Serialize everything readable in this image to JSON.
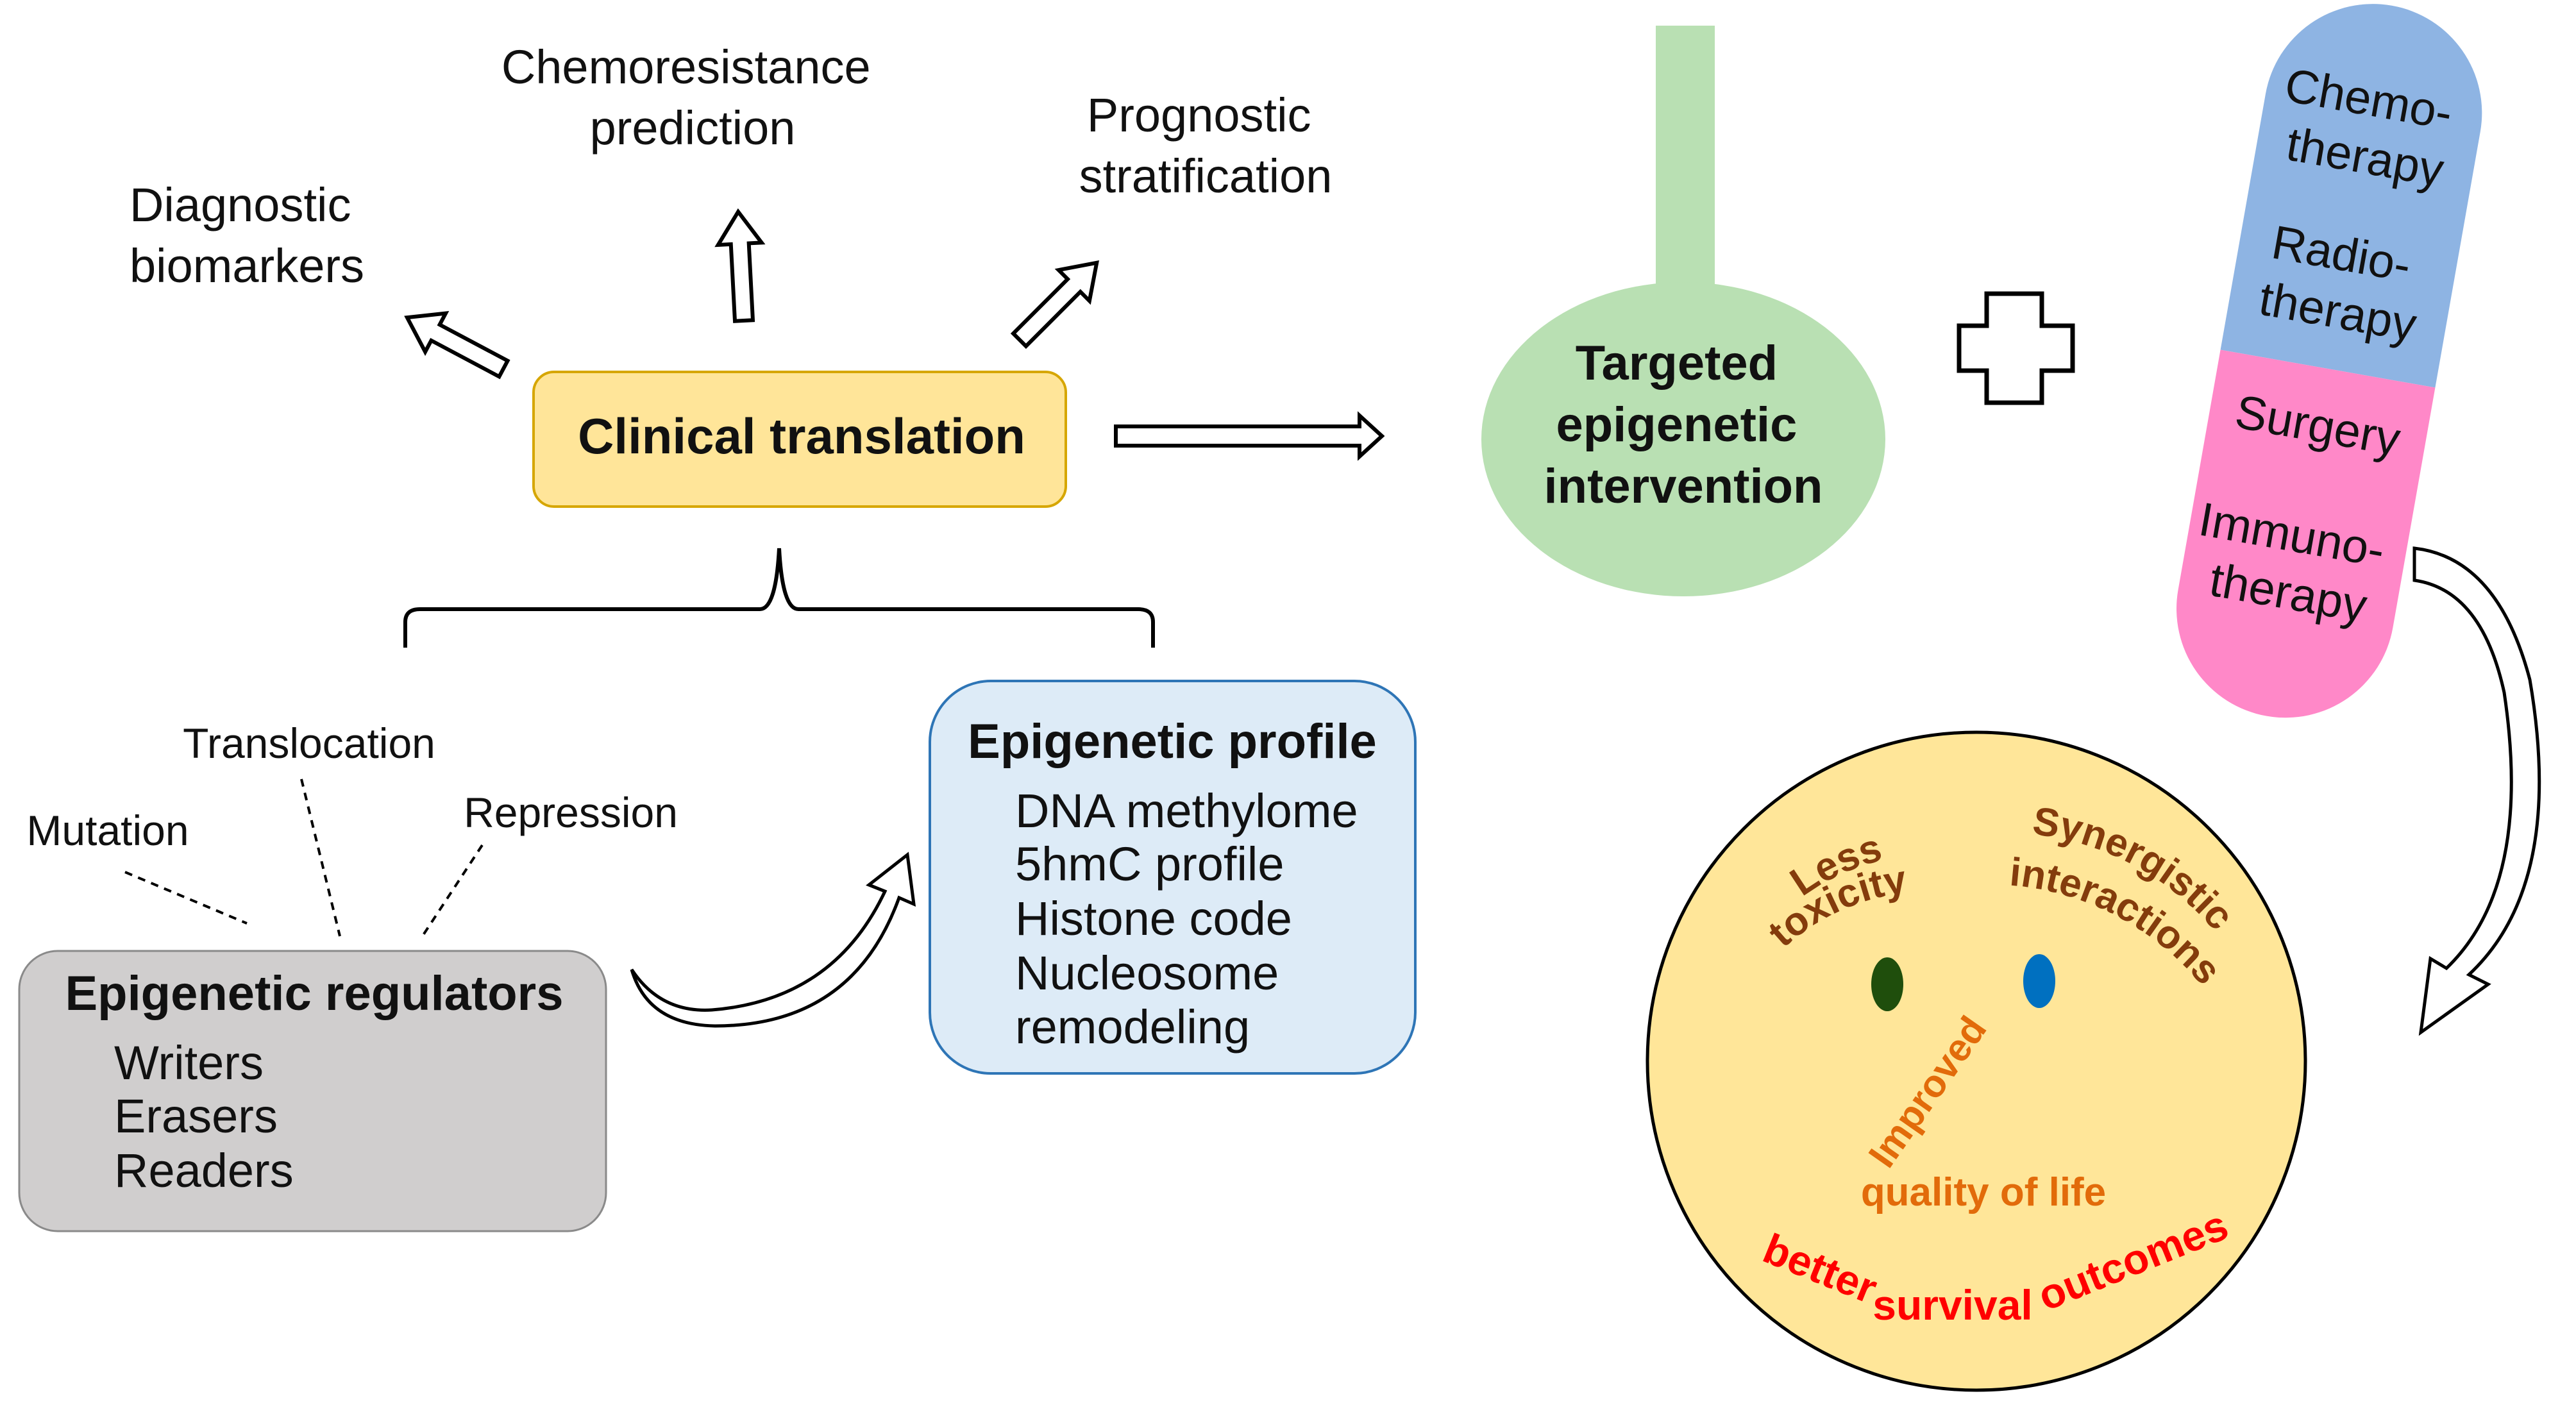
{
  "top_outcomes": {
    "diagnostic": [
      "Diagnostic",
      "biomarkers"
    ],
    "chemoresistance": [
      "Chemoresistance",
      "prediction"
    ],
    "prognostic": [
      "Prognostic",
      "stratification"
    ]
  },
  "clinical_translation": "Clinical translation",
  "targeted_intervention": [
    "Targeted",
    "epigenetic",
    "intervention"
  ],
  "pill": {
    "chemo": [
      "Chemo-",
      "therapy"
    ],
    "radio": [
      "Radio-",
      "therapy"
    ],
    "surgery": "Surgery",
    "immuno": [
      "Immuno-",
      "therapy"
    ],
    "top_color": "#8eb4e3",
    "bottom_color": "#ff88c8"
  },
  "regulator_events": {
    "translocation": "Translocation",
    "mutation": "Mutation",
    "repression": "Repression"
  },
  "epigenetic_regulators": {
    "title": "Epigenetic regulators",
    "items": [
      "Writers",
      "Erasers",
      "Readers"
    ]
  },
  "epigenetic_profile": {
    "title": "Epigenetic profile",
    "items": [
      "DNA methylome",
      "5hmC profile",
      "Histone code",
      "Nucleosome",
      "remodeling"
    ]
  },
  "smiley": {
    "less_toxicity": [
      "Less",
      "toxicity"
    ],
    "synergistic": [
      "Synergistic",
      "interactions"
    ],
    "improved": "Improved",
    "quality": "quality of life",
    "better": "better",
    "survival": "survival",
    "outcomes": "outcomes"
  },
  "colors": {
    "clinical_fill": "#ffe599",
    "clinical_border": "#d6a600",
    "regulators_fill": "#d0cece",
    "profile_fill": "#ddebf7",
    "profile_border": "#2e75b6",
    "intervention_green": "#b9e0b3",
    "smiley_fill": "#ffe699",
    "smiley_brown": "#843c0c",
    "smiley_orange": "#e26b0a",
    "smiley_red": "#ff0000",
    "left_eye": "#1f4e0c",
    "right_eye": "#0070c0"
  }
}
